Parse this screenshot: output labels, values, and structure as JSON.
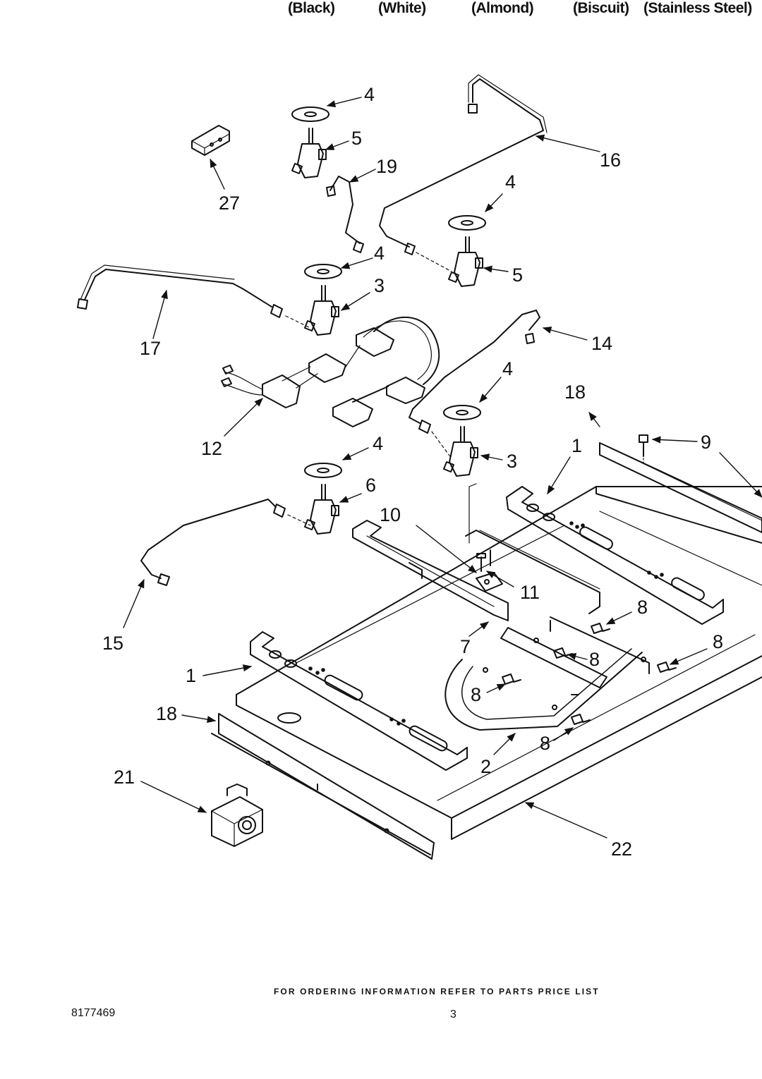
{
  "header": {
    "colors": [
      "(Black)",
      "(White)",
      "(Almond)",
      "(Biscuit)",
      "(Stainless Steel)"
    ]
  },
  "callouts": [
    "4",
    "5",
    "19",
    "16",
    "27",
    "4",
    "4",
    "5",
    "3",
    "17",
    "14",
    "4",
    "18",
    "12",
    "4",
    "1",
    "9",
    "3",
    "6",
    "10",
    "11",
    "8",
    "15",
    "7",
    "8",
    "8",
    "1",
    "8",
    "18",
    "8",
    "2",
    "21",
    "22"
  ],
  "footer": {
    "ordering_note": "FOR ORDERING INFORMATION REFER TO PARTS PRICE LIST",
    "part_number": "8177469",
    "page_number": "3"
  }
}
